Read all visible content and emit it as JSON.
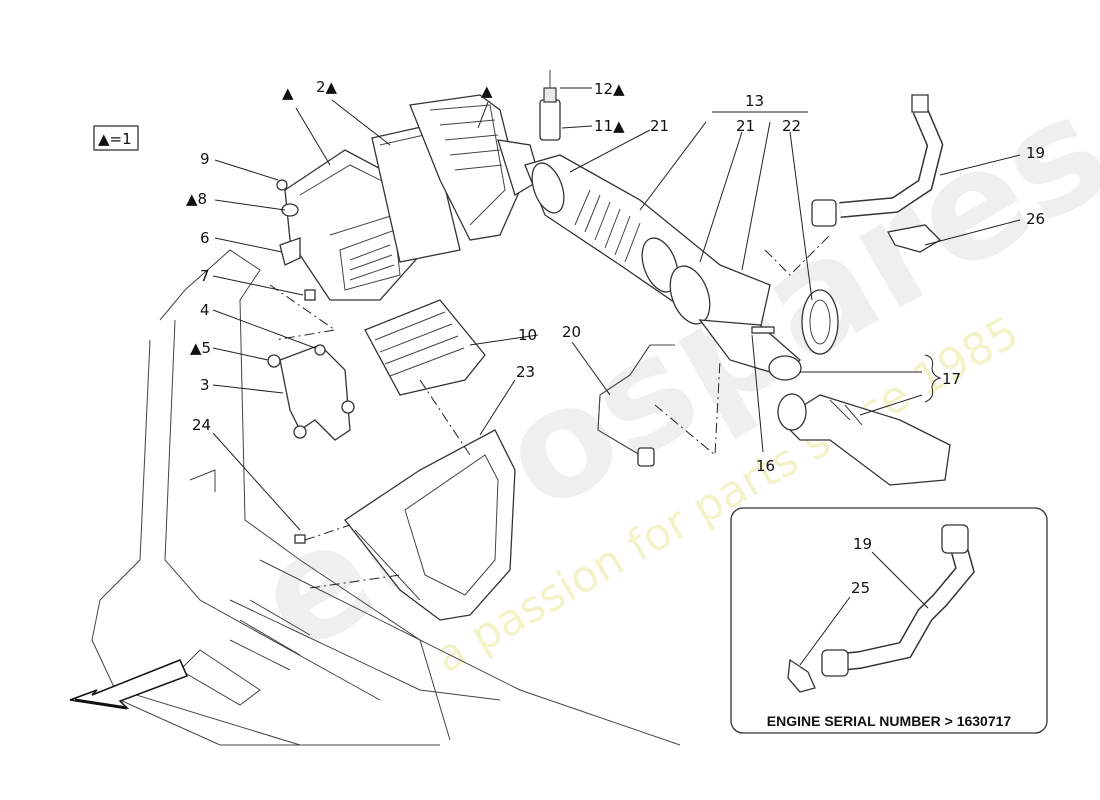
{
  "legend": {
    "text": "▲=1"
  },
  "callouts": [
    "▲",
    "2▲",
    "▲",
    "12▲",
    "11▲",
    "21",
    "13",
    "21",
    "22",
    "19",
    "26",
    "9",
    "▲8",
    "6",
    "7",
    "4",
    "▲5",
    "3",
    "24",
    "10",
    "23",
    "20",
    "16",
    "17"
  ],
  "inset": {
    "title": "ENGINE SERIAL NUMBER > 1630717",
    "callouts": [
      "19",
      "25"
    ]
  },
  "watermark": {
    "logo": "eurospares",
    "slogan": "a passion for parts since 1985"
  }
}
